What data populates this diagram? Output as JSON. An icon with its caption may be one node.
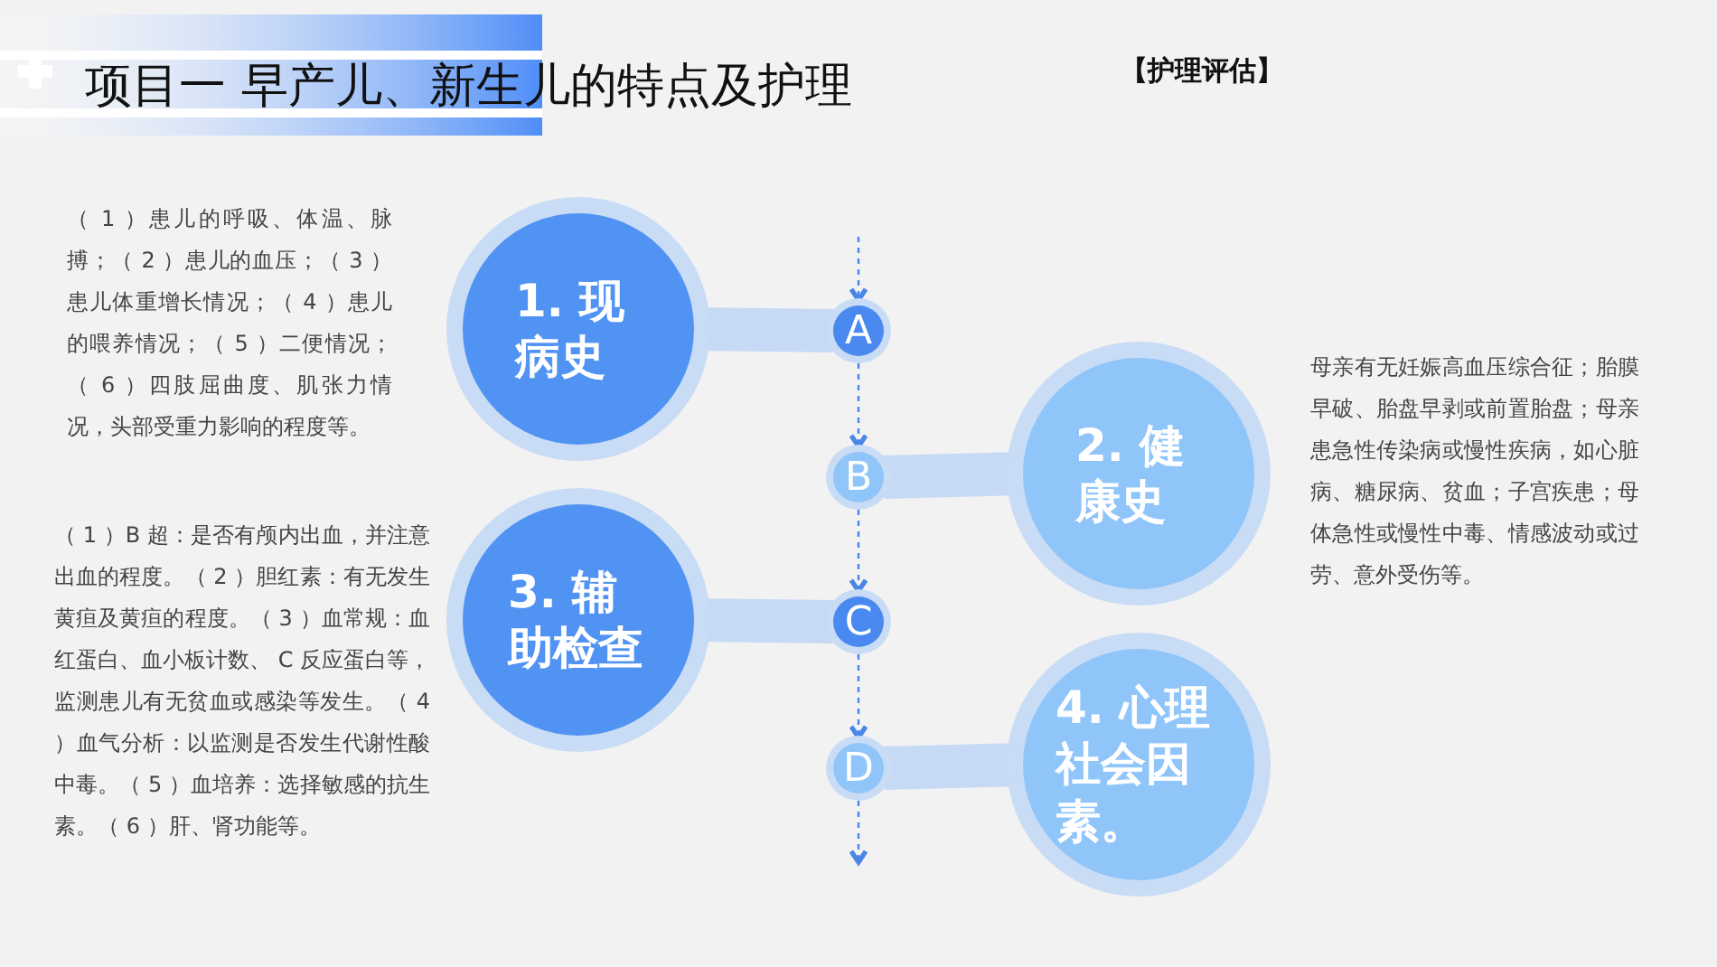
{
  "diagram": {
    "title": "项目一  早产儿、新生儿的特点及护理",
    "nodes": [
      {
        "text": [
          "1. 现病史"
        ],
        "beside": [
          "（ 1 ）患儿的呼吸、体温、脉搏；（ 2 ）患儿的血压；（ 3 ）患儿体重增长情况；（ 4 ）患儿的喂养情况；（ 5 ）二便情况；（ 6 ）四肢屈曲度、肌张力情况，头部受重力影响的程度等。"
        ]
      },
      {
        "text": [
          "2. 健康史"
        ],
        "beside": [
          "母亲有无妊娠高血压综合征；胎膜早破、胎盘早剥或前置胎盘；母亲患急性传染病或慢性疾病，如心脏病、糖尿病、贫血；子宫疾患；母体急性或慢性中毒、情感波动或过劳、意外受伤等。"
        ]
      },
      {
        "text": [
          "3. 辅助检查"
        ],
        "beside": [
          "（ 1 ）B 超：是否有颅内出血，并注意出血的程度。（ 2 ）胆红素：有无发生黄疸及黄疸的程度。（ 3 ）血常规：血红蛋白、血小板计数、 C 反应蛋白等，监测患儿有无贫血或感染等发生。（ 4 ）血气分析：以监测是否发生代谢性酸中毒。（ 5 ）血培养：选择敏感的抗生素。（ 6 ）肝、肾功能等。"
        ]
      },
      {
        "text": [
          "4. 心理社会因素。"
        ]
      },
      {
        "text": [
          "A"
        ]
      },
      {
        "text": [
          "B"
        ]
      },
      {
        "text": [
          "C"
        ]
      },
      {
        "text": [
          "D"
        ]
      }
    ],
    "edges": [
      {
        "from": 0,
        "to": 4,
        "arrow": "none",
        "style": "thick",
        "color": "#c6daf6"
      },
      {
        "from": 5,
        "to": 1,
        "arrow": "none",
        "style": "thick",
        "color": "#c6daf6"
      },
      {
        "from": 2,
        "to": 6,
        "arrow": "none",
        "style": "thick",
        "color": "#c6daf6"
      },
      {
        "from": 7,
        "to": 3,
        "arrow": "none",
        "style": "thick",
        "color": "#c6daf6"
      },
      {
        "from": null,
        "to": 4,
        "arrow": "to",
        "style": "dashed"
      },
      {
        "from": 4,
        "to": 5,
        "arrow": "to",
        "style": "dashed"
      },
      {
        "from": 5,
        "to": 6,
        "arrow": "to",
        "style": "dashed"
      },
      {
        "from": 6,
        "to": 7,
        "arrow": "to",
        "style": "dashed"
      },
      {
        "from": 7,
        "to": null,
        "arrow": "to",
        "style": "dashed"
      }
    ],
    "labels": [
      "【护理评估】"
    ]
  }
}
